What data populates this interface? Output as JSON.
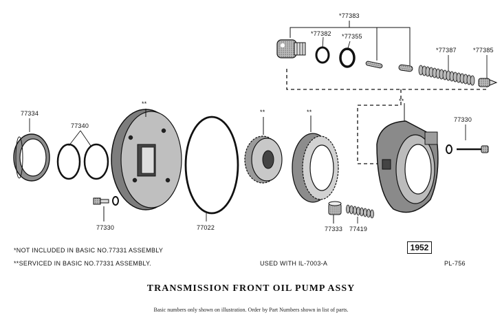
{
  "labels": {
    "p77383": "*77383",
    "p77382": "*77382",
    "p77355": "*77355",
    "p77387": "*77387",
    "p77385": "*77385",
    "p77334": "77334",
    "p77340": "77340",
    "p77330_right": "77330",
    "p77330_left": "77330",
    "p77022": "77022",
    "p77333": "77333",
    "p77419": "77419",
    "serviced_mark": "**"
  },
  "notes": {
    "not_included": "*NOT INCLUDED IN BASIC NO.77331 ASSEMBLY",
    "serviced": "**SERVICED IN BASIC NO.77331 ASSEMBLY.",
    "used_with": "USED WITH IL-7003-A",
    "year": "1952",
    "plate": "PL-756"
  },
  "title": "TRANSMISSION FRONT OIL PUMP ASSY",
  "footer": "Basic numbers only shown on illustration.  Order by Part Numbers shown in list of parts.",
  "colors": {
    "ink": "#111111",
    "paper": "#ffffff",
    "shade": "#9a9a9a",
    "mid": "#555555"
  }
}
